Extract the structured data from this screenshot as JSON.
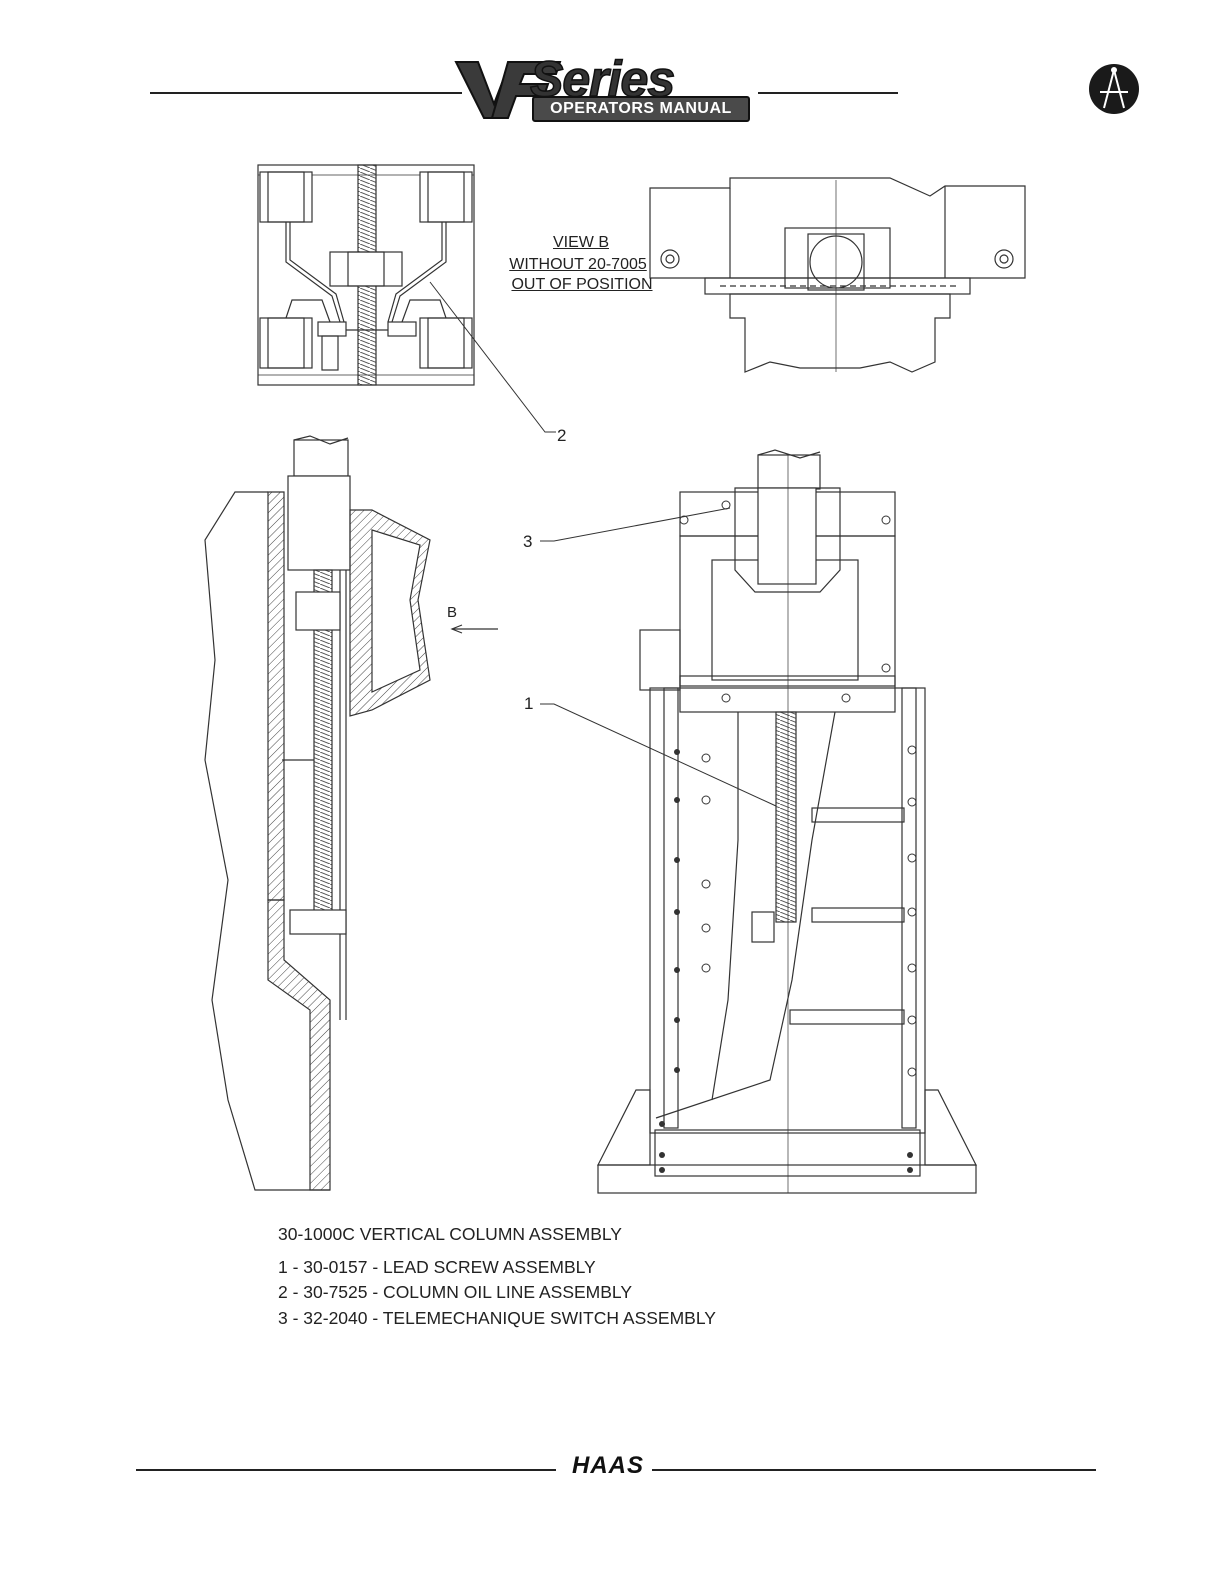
{
  "header": {
    "brand_left": "VF",
    "brand_series": "Series",
    "brand_subtitle": "OPERATORS MANUAL",
    "emblem_icon": "compass-icon"
  },
  "view_b": {
    "line1": "VIEW B",
    "line2": "WITHOUT 20-7005",
    "line3": "OUT OF POSITION"
  },
  "callouts": {
    "c1": "1",
    "c2": "2",
    "c3": "3",
    "view_arrow": "B"
  },
  "caption": {
    "title": "30-1000C VERTICAL COLUMN ASSEMBLY",
    "items": [
      "1 - 30-0157 - LEAD SCREW ASSEMBLY",
      "2 - 30-7525 - COLUMN OIL LINE ASSEMBLY",
      "3 - 32-2040 - TELEMECHANIQUE SWITCH ASSEMBLY"
    ]
  },
  "footer": {
    "brand": "HAAS"
  }
}
